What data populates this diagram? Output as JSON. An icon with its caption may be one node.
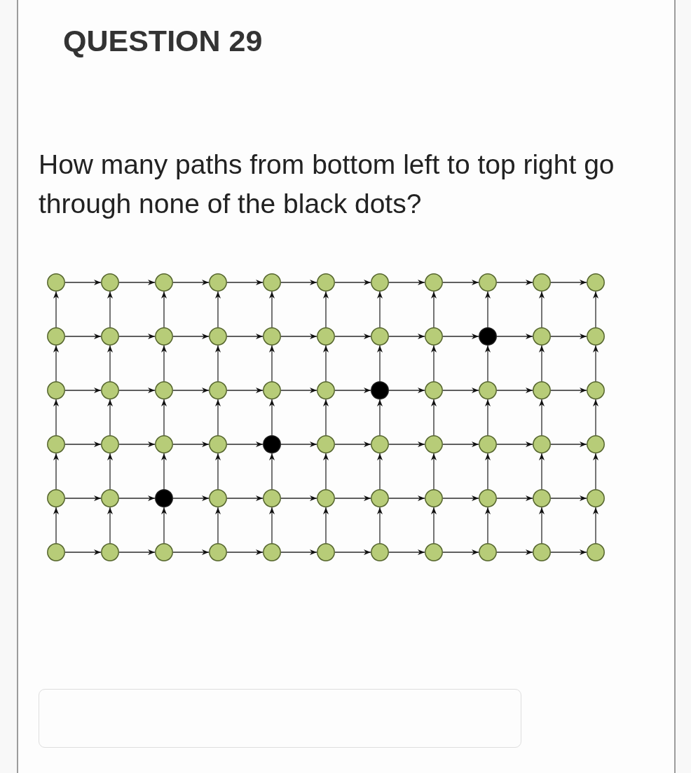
{
  "diagram": {
    "title": "QUESTION 29",
    "labels": [
      "How many paths from bottom left to top right go through none of the black dots?"
    ],
    "nodes": [
      {
        "text": [],
        "shape": "circle"
      },
      {
        "text": [],
        "shape": "circle"
      },
      {
        "text": [],
        "shape": "circle"
      },
      {
        "text": [],
        "shape": "circle"
      },
      {
        "text": [],
        "shape": "circle"
      },
      {
        "text": [],
        "shape": "circle"
      },
      {
        "text": [],
        "shape": "circle"
      },
      {
        "text": [],
        "shape": "circle"
      },
      {
        "text": [],
        "shape": "circle"
      },
      {
        "text": [],
        "shape": "circle"
      },
      {
        "text": [],
        "shape": "circle"
      },
      {
        "text": [],
        "shape": "circle"
      },
      {
        "text": [],
        "shape": "circle"
      },
      {
        "text": [],
        "shape": "circle"
      },
      {
        "text": [],
        "shape": "circle"
      },
      {
        "text": [],
        "shape": "circle"
      },
      {
        "text": [],
        "shape": "circle"
      },
      {
        "text": [],
        "shape": "circle"
      },
      {
        "text": [],
        "shape": "circle"
      },
      {
        "text": [],
        "shape": "dot"
      },
      {
        "text": [],
        "shape": "circle"
      },
      {
        "text": [],
        "shape": "circle"
      },
      {
        "text": [],
        "shape": "circle"
      },
      {
        "text": [],
        "shape": "circle"
      },
      {
        "text": [],
        "shape": "circle"
      },
      {
        "text": [],
        "shape": "circle"
      },
      {
        "text": [],
        "shape": "circle"
      },
      {
        "text": [],
        "shape": "circle"
      },
      {
        "text": [],
        "shape": "dot"
      },
      {
        "text": [],
        "shape": "circle"
      },
      {
        "text": [],
        "shape": "circle"
      },
      {
        "text": [],
        "shape": "circle"
      },
      {
        "text": [],
        "shape": "circle"
      },
      {
        "text": [],
        "shape": "circle"
      },
      {
        "text": [],
        "shape": "circle"
      },
      {
        "text": [],
        "shape": "circle"
      },
      {
        "text": [],
        "shape": "circle"
      },
      {
        "text": [],
        "shape": "dot"
      },
      {
        "text": [],
        "shape": "circle"
      },
      {
        "text": [],
        "shape": "circle"
      },
      {
        "text": [],
        "shape": "circle"
      },
      {
        "text": [],
        "shape": "circle"
      },
      {
        "text": [],
        "shape": "circle"
      },
      {
        "text": [],
        "shape": "circle"
      },
      {
        "text": [],
        "shape": "circle"
      },
      {
        "text": [],
        "shape": "circle"
      },
      {
        "text": [],
        "shape": "dot"
      },
      {
        "text": [],
        "shape": "circle"
      },
      {
        "text": [],
        "shape": "circle"
      },
      {
        "text": [],
        "shape": "circle"
      },
      {
        "text": [],
        "shape": "circle"
      },
      {
        "text": [],
        "shape": "circle"
      },
      {
        "text": [],
        "shape": "circle"
      },
      {
        "text": [],
        "shape": "circle"
      },
      {
        "text": [],
        "shape": "circle"
      },
      {
        "text": [],
        "shape": "circle"
      },
      {
        "text": [],
        "shape": "circle"
      },
      {
        "text": [],
        "shape": "circle"
      },
      {
        "text": [],
        "shape": "circle"
      },
      {
        "text": [],
        "shape": "circle"
      },
      {
        "text": [],
        "shape": "circle"
      },
      {
        "text": [],
        "shape": "circle"
      },
      {
        "text": [],
        "shape": "circle"
      },
      {
        "text": [],
        "shape": "circle"
      },
      {
        "text": [],
        "shape": "circle"
      },
      {
        "text": [],
        "shape": "circle"
      }
    ],
    "edges": [
      {
        "from": 0,
        "to": 1,
        "arrow": "to"
      },
      {
        "from": 1,
        "to": 2,
        "arrow": "to"
      },
      {
        "from": 2,
        "to": 3,
        "arrow": "to"
      },
      {
        "from": 3,
        "to": 4,
        "arrow": "to"
      },
      {
        "from": 4,
        "to": 5,
        "arrow": "to"
      },
      {
        "from": 5,
        "to": 6,
        "arrow": "to"
      },
      {
        "from": 6,
        "to": 7,
        "arrow": "to"
      },
      {
        "from": 7,
        "to": 8,
        "arrow": "to"
      },
      {
        "from": 8,
        "to": 9,
        "arrow": "to"
      },
      {
        "from": 9,
        "to": 10,
        "arrow": "to"
      },
      {
        "from": 11,
        "to": 0,
        "arrow": "to"
      },
      {
        "from": 12,
        "to": 1,
        "arrow": "to"
      },
      {
        "from": 13,
        "to": 2,
        "arrow": "to"
      },
      {
        "from": 14,
        "to": 3,
        "arrow": "to"
      },
      {
        "from": 15,
        "to": 4,
        "arrow": "to"
      },
      {
        "from": 16,
        "to": 5,
        "arrow": "to"
      },
      {
        "from": 17,
        "to": 6,
        "arrow": "to"
      },
      {
        "from": 18,
        "to": 7,
        "arrow": "to"
      },
      {
        "from": 19,
        "to": 8,
        "arrow": "to"
      },
      {
        "from": 20,
        "to": 9,
        "arrow": "to"
      },
      {
        "from": 21,
        "to": 10,
        "arrow": "to"
      },
      {
        "from": 11,
        "to": 12,
        "arrow": "to"
      },
      {
        "from": 12,
        "to": 13,
        "arrow": "to"
      },
      {
        "from": 13,
        "to": 14,
        "arrow": "to"
      },
      {
        "from": 14,
        "to": 15,
        "arrow": "to"
      },
      {
        "from": 15,
        "to": 16,
        "arrow": "to"
      },
      {
        "from": 16,
        "to": 17,
        "arrow": "to"
      },
      {
        "from": 17,
        "to": 18,
        "arrow": "to"
      },
      {
        "from": 18,
        "to": 19,
        "arrow": "to"
      },
      {
        "from": 19,
        "to": 20,
        "arrow": "to"
      },
      {
        "from": 20,
        "to": 21,
        "arrow": "to"
      },
      {
        "from": 22,
        "to": 11,
        "arrow": "to"
      },
      {
        "from": 23,
        "to": 12,
        "arrow": "to"
      },
      {
        "from": 24,
        "to": 13,
        "arrow": "to"
      },
      {
        "from": 25,
        "to": 14,
        "arrow": "to"
      },
      {
        "from": 26,
        "to": 15,
        "arrow": "to"
      },
      {
        "from": 27,
        "to": 16,
        "arrow": "to"
      },
      {
        "from": 28,
        "to": 17,
        "arrow": "to"
      },
      {
        "from": 29,
        "to": 18,
        "arrow": "to"
      },
      {
        "from": 30,
        "to": 19,
        "arrow": "to"
      },
      {
        "from": 31,
        "to": 20,
        "arrow": "to"
      },
      {
        "from": 32,
        "to": 21,
        "arrow": "to"
      },
      {
        "from": 22,
        "to": 23,
        "arrow": "to"
      },
      {
        "from": 23,
        "to": 24,
        "arrow": "to"
      },
      {
        "from": 24,
        "to": 25,
        "arrow": "to"
      },
      {
        "from": 25,
        "to": 26,
        "arrow": "to"
      },
      {
        "from": 26,
        "to": 27,
        "arrow": "to"
      },
      {
        "from": 27,
        "to": 28,
        "arrow": "to"
      },
      {
        "from": 28,
        "to": 29,
        "arrow": "to"
      },
      {
        "from": 29,
        "to": 30,
        "arrow": "to"
      },
      {
        "from": 30,
        "to": 31,
        "arrow": "to"
      },
      {
        "from": 31,
        "to": 32,
        "arrow": "to"
      },
      {
        "from": 33,
        "to": 22,
        "arrow": "to"
      },
      {
        "from": 34,
        "to": 23,
        "arrow": "to"
      },
      {
        "from": 35,
        "to": 24,
        "arrow": "to"
      },
      {
        "from": 36,
        "to": 25,
        "arrow": "to"
      },
      {
        "from": 37,
        "to": 26,
        "arrow": "to"
      },
      {
        "from": 38,
        "to": 27,
        "arrow": "to"
      },
      {
        "from": 39,
        "to": 28,
        "arrow": "to"
      },
      {
        "from": 40,
        "to": 29,
        "arrow": "to"
      },
      {
        "from": 41,
        "to": 30,
        "arrow": "to"
      },
      {
        "from": 42,
        "to": 31,
        "arrow": "to"
      },
      {
        "from": 43,
        "to": 32,
        "arrow": "to"
      },
      {
        "from": 33,
        "to": 34,
        "arrow": "to"
      },
      {
        "from": 34,
        "to": 35,
        "arrow": "to"
      },
      {
        "from": 35,
        "to": 36,
        "arrow": "to"
      },
      {
        "from": 36,
        "to": 37,
        "arrow": "to"
      },
      {
        "from": 37,
        "to": 38,
        "arrow": "to"
      },
      {
        "from": 38,
        "to": 39,
        "arrow": "to"
      },
      {
        "from": 39,
        "to": 40,
        "arrow": "to"
      },
      {
        "from": 40,
        "to": 41,
        "arrow": "to"
      },
      {
        "from": 41,
        "to": 42,
        "arrow": "to"
      },
      {
        "from": 42,
        "to": 43,
        "arrow": "to"
      },
      {
        "from": 44,
        "to": 33,
        "arrow": "to"
      },
      {
        "from": 45,
        "to": 34,
        "arrow": "to"
      },
      {
        "from": 46,
        "to": 35,
        "arrow": "to"
      },
      {
        "from": 47,
        "to": 36,
        "arrow": "to"
      },
      {
        "from": 48,
        "to": 37,
        "arrow": "to"
      },
      {
        "from": 49,
        "to": 38,
        "arrow": "to"
      },
      {
        "from": 50,
        "to": 39,
        "arrow": "to"
      },
      {
        "from": 51,
        "to": 40,
        "arrow": "to"
      },
      {
        "from": 52,
        "to": 41,
        "arrow": "to"
      },
      {
        "from": 53,
        "to": 42,
        "arrow": "to"
      },
      {
        "from": 54,
        "to": 43,
        "arrow": "to"
      },
      {
        "from": 44,
        "to": 45,
        "arrow": "to"
      },
      {
        "from": 45,
        "to": 46,
        "arrow": "to"
      },
      {
        "from": 46,
        "to": 47,
        "arrow": "to"
      },
      {
        "from": 47,
        "to": 48,
        "arrow": "to"
      },
      {
        "from": 48,
        "to": 49,
        "arrow": "to"
      },
      {
        "from": 49,
        "to": 50,
        "arrow": "to"
      },
      {
        "from": 50,
        "to": 51,
        "arrow": "to"
      },
      {
        "from": 51,
        "to": 52,
        "arrow": "to"
      },
      {
        "from": 52,
        "to": 53,
        "arrow": "to"
      },
      {
        "from": 53,
        "to": 54,
        "arrow": "to"
      },
      {
        "from": 55,
        "to": 44,
        "arrow": "to"
      },
      {
        "from": 56,
        "to": 45,
        "arrow": "to"
      },
      {
        "from": 57,
        "to": 46,
        "arrow": "to"
      },
      {
        "from": 58,
        "to": 47,
        "arrow": "to"
      },
      {
        "from": 59,
        "to": 48,
        "arrow": "to"
      },
      {
        "from": 60,
        "to": 49,
        "arrow": "to"
      },
      {
        "from": 61,
        "to": 50,
        "arrow": "to"
      },
      {
        "from": 62,
        "to": 51,
        "arrow": "to"
      },
      {
        "from": 63,
        "to": 52,
        "arrow": "to"
      },
      {
        "from": 64,
        "to": 53,
        "arrow": "to"
      },
      {
        "from": 65,
        "to": 54,
        "arrow": "to"
      },
      {
        "from": 55,
        "to": 56,
        "arrow": "to"
      },
      {
        "from": 56,
        "to": 57,
        "arrow": "to"
      },
      {
        "from": 57,
        "to": 58,
        "arrow": "to"
      },
      {
        "from": 58,
        "to": 59,
        "arrow": "to"
      },
      {
        "from": 59,
        "to": 60,
        "arrow": "to"
      },
      {
        "from": 60,
        "to": 61,
        "arrow": "to"
      },
      {
        "from": 61,
        "to": 62,
        "arrow": "to"
      },
      {
        "from": 62,
        "to": 63,
        "arrow": "to"
      },
      {
        "from": 63,
        "to": 64,
        "arrow": "to"
      },
      {
        "from": 64,
        "to": 65,
        "arrow": "to"
      }
    ]
  }
}
